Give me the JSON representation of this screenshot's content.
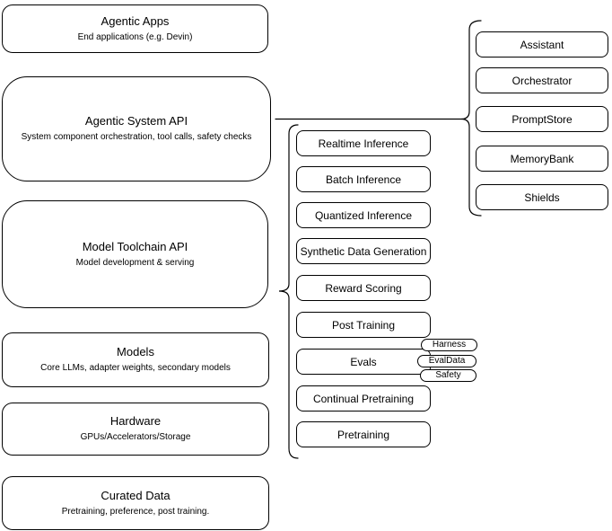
{
  "left_column": {
    "boxes": [
      {
        "title": "Agentic Apps",
        "subtitle": "End applications (e.g. Devin)"
      },
      {
        "title": "Agentic System API",
        "subtitle": "System component orchestration, tool calls, safety checks"
      },
      {
        "title": "Model Toolchain API",
        "subtitle": "Model development & serving"
      },
      {
        "title": "Models",
        "subtitle": "Core LLMs, adapter weights, secondary models"
      },
      {
        "title": "Hardware",
        "subtitle": "GPUs/Accelerators/Storage"
      },
      {
        "title": "Curated Data",
        "subtitle": "Pretraining, preference, post training."
      }
    ]
  },
  "toolchain_group": {
    "items": [
      {
        "label": "Realtime Inference"
      },
      {
        "label": "Batch Inference"
      },
      {
        "label": "Quantized Inference"
      },
      {
        "label": "Synthetic Data Generation"
      },
      {
        "label": "Reward Scoring"
      },
      {
        "label": "Post Training"
      },
      {
        "label": "Evals"
      },
      {
        "label": "Continual Pretraining"
      },
      {
        "label": "Pretraining"
      }
    ],
    "evals_tags": [
      {
        "label": "Harness"
      },
      {
        "label": "EvalData"
      },
      {
        "label": "Safety"
      }
    ]
  },
  "system_group": {
    "items": [
      {
        "label": "Assistant"
      },
      {
        "label": "Orchestrator"
      },
      {
        "label": "PromptStore"
      },
      {
        "label": "MemoryBank"
      },
      {
        "label": "Shields"
      }
    ]
  },
  "colors": {
    "stroke": "#000000",
    "fill": "#ffffff",
    "background": "#ffffff",
    "text": "#000000"
  }
}
